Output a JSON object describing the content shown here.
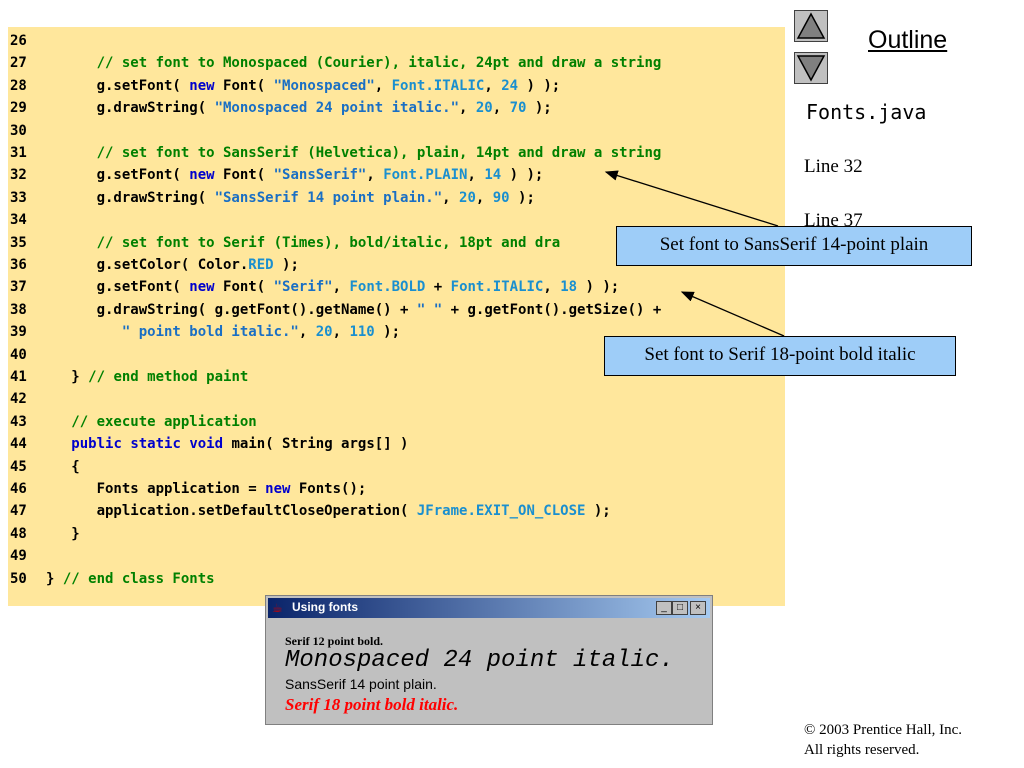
{
  "code_lines": [
    {
      "num": "26",
      "tokens": []
    },
    {
      "num": "27",
      "tokens": [
        {
          "t": "      // set font to Monospaced (Courier), italic, 24pt and draw a string",
          "c": "com"
        }
      ]
    },
    {
      "num": "28",
      "tokens": [
        {
          "t": "      g.setFont( ",
          "c": "plain"
        },
        {
          "t": "new",
          "c": "kw"
        },
        {
          "t": " Font( ",
          "c": "plain"
        },
        {
          "t": "\"Monospaced\"",
          "c": "str"
        },
        {
          "t": ", ",
          "c": "plain"
        },
        {
          "t": "Font.ITALIC",
          "c": "const"
        },
        {
          "t": ", ",
          "c": "plain"
        },
        {
          "t": "24",
          "c": "const"
        },
        {
          "t": " ) );",
          "c": "plain"
        }
      ]
    },
    {
      "num": "29",
      "tokens": [
        {
          "t": "      g.drawString( ",
          "c": "plain"
        },
        {
          "t": "\"Monospaced 24 point italic.\"",
          "c": "str"
        },
        {
          "t": ", ",
          "c": "plain"
        },
        {
          "t": "20",
          "c": "const"
        },
        {
          "t": ", ",
          "c": "plain"
        },
        {
          "t": "70",
          "c": "const"
        },
        {
          "t": " );",
          "c": "plain"
        }
      ]
    },
    {
      "num": "30",
      "tokens": []
    },
    {
      "num": "31",
      "tokens": [
        {
          "t": "      // set font to SansSerif (Helvetica), plain, 14pt and draw a string",
          "c": "com"
        }
      ]
    },
    {
      "num": "32",
      "tokens": [
        {
          "t": "      g.setFont( ",
          "c": "plain"
        },
        {
          "t": "new",
          "c": "kw"
        },
        {
          "t": " Font( ",
          "c": "plain"
        },
        {
          "t": "\"SansSerif\"",
          "c": "str"
        },
        {
          "t": ", ",
          "c": "plain"
        },
        {
          "t": "Font.PLAIN",
          "c": "const"
        },
        {
          "t": ", ",
          "c": "plain"
        },
        {
          "t": "14",
          "c": "const"
        },
        {
          "t": " ) );",
          "c": "plain"
        }
      ]
    },
    {
      "num": "33",
      "tokens": [
        {
          "t": "      g.drawString( ",
          "c": "plain"
        },
        {
          "t": "\"SansSerif 14 point plain.\"",
          "c": "str"
        },
        {
          "t": ", ",
          "c": "plain"
        },
        {
          "t": "20",
          "c": "const"
        },
        {
          "t": ", ",
          "c": "plain"
        },
        {
          "t": "90",
          "c": "const"
        },
        {
          "t": " );",
          "c": "plain"
        }
      ]
    },
    {
      "num": "34",
      "tokens": []
    },
    {
      "num": "35",
      "tokens": [
        {
          "t": "      // set font to Serif (Times), bold/italic, 18pt and dra",
          "c": "com"
        }
      ]
    },
    {
      "num": "36",
      "tokens": [
        {
          "t": "      g.setColor( Color.",
          "c": "plain"
        },
        {
          "t": "RED",
          "c": "const"
        },
        {
          "t": " );",
          "c": "plain"
        }
      ]
    },
    {
      "num": "37",
      "tokens": [
        {
          "t": "      g.setFont( ",
          "c": "plain"
        },
        {
          "t": "new",
          "c": "kw"
        },
        {
          "t": " Font( ",
          "c": "plain"
        },
        {
          "t": "\"Serif\"",
          "c": "str"
        },
        {
          "t": ", ",
          "c": "plain"
        },
        {
          "t": "Font.BOLD",
          "c": "const"
        },
        {
          "t": " + ",
          "c": "plain"
        },
        {
          "t": "Font.ITALIC",
          "c": "const"
        },
        {
          "t": ", ",
          "c": "plain"
        },
        {
          "t": "18",
          "c": "const"
        },
        {
          "t": " ) );",
          "c": "plain"
        }
      ]
    },
    {
      "num": "38",
      "tokens": [
        {
          "t": "      g.drawString( g.getFont().getName() + ",
          "c": "plain"
        },
        {
          "t": "\" \"",
          "c": "str"
        },
        {
          "t": " + g.getFont().getSize() +",
          "c": "plain"
        }
      ]
    },
    {
      "num": "39",
      "tokens": [
        {
          "t": "         ",
          "c": "plain"
        },
        {
          "t": "\" point bold italic.\"",
          "c": "str"
        },
        {
          "t": ", ",
          "c": "plain"
        },
        {
          "t": "20",
          "c": "const"
        },
        {
          "t": ", ",
          "c": "plain"
        },
        {
          "t": "110",
          "c": "const"
        },
        {
          "t": " );",
          "c": "plain"
        }
      ]
    },
    {
      "num": "40",
      "tokens": []
    },
    {
      "num": "41",
      "tokens": [
        {
          "t": "   } ",
          "c": "plain"
        },
        {
          "t": "// end method paint",
          "c": "com"
        }
      ]
    },
    {
      "num": "42",
      "tokens": []
    },
    {
      "num": "43",
      "tokens": [
        {
          "t": "   // execute application",
          "c": "com"
        }
      ]
    },
    {
      "num": "44",
      "tokens": [
        {
          "t": "   ",
          "c": "plain"
        },
        {
          "t": "public",
          "c": "kw"
        },
        {
          "t": " ",
          "c": "plain"
        },
        {
          "t": "static",
          "c": "kw"
        },
        {
          "t": " ",
          "c": "plain"
        },
        {
          "t": "void",
          "c": "kw"
        },
        {
          "t": " main( String args[] )",
          "c": "plain"
        }
      ]
    },
    {
      "num": "45",
      "tokens": [
        {
          "t": "   {",
          "c": "plain"
        }
      ]
    },
    {
      "num": "46",
      "tokens": [
        {
          "t": "      Fonts application = ",
          "c": "plain"
        },
        {
          "t": "new",
          "c": "kw"
        },
        {
          "t": " Fonts();",
          "c": "plain"
        }
      ]
    },
    {
      "num": "47",
      "tokens": [
        {
          "t": "      application.setDefaultCloseOperation( ",
          "c": "plain"
        },
        {
          "t": "JFrame.EXIT_ON_CLOSE",
          "c": "const"
        },
        {
          "t": " );",
          "c": "plain"
        }
      ]
    },
    {
      "num": "48",
      "tokens": [
        {
          "t": "   }",
          "c": "plain"
        }
      ]
    },
    {
      "num": "49",
      "tokens": []
    },
    {
      "num": "50",
      "tokens": [
        {
          "t": "} ",
          "c": "plain"
        },
        {
          "t": "// end class Fonts",
          "c": "com"
        }
      ]
    }
  ],
  "sidebar": {
    "outline_label": "Outline",
    "file_name": "Fonts.java",
    "line_ref_1": "Line 32",
    "line_ref_2": "Line 37"
  },
  "callouts": {
    "first": "Set font to SansSerif 14-point plain",
    "second": "Set font to Serif 18-point bold italic"
  },
  "app_window": {
    "title": "Using fonts",
    "min_label": "_",
    "max_label": "□",
    "close_label": "×",
    "samples": [
      "Serif 12 point bold.",
      "Monospaced 24 point italic.",
      "SansSerif 14 point plain.",
      "Serif 18 point bold italic."
    ]
  },
  "copyright": {
    "line1": "© 2003 Prentice Hall, Inc.",
    "line2": "All rights reserved."
  },
  "colors": {
    "code_bg": "#ffe79c",
    "callout_bg": "#9ecdf8",
    "keyword": "#0000cc",
    "string": "#1a6fc4",
    "comment": "#008000",
    "red_text": "#ff0000"
  }
}
